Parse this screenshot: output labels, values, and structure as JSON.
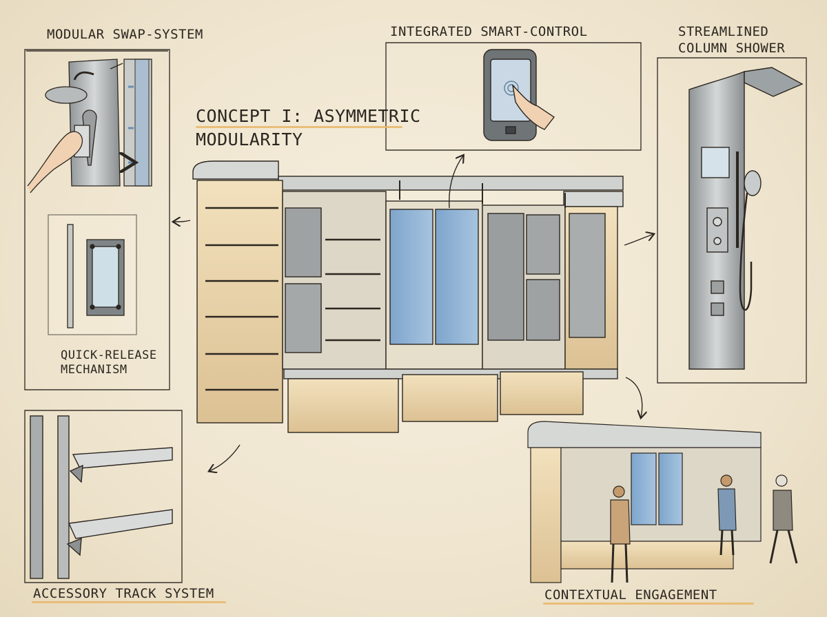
{
  "labels": {
    "modular_swap": "MODULAR SWAP-SYSTEM",
    "smart_control": "INTEGRATED SMART-CONTROL",
    "column_shower_1": "STREAMLINED",
    "column_shower_2": "COLUMN SHOWER",
    "concept_line1": "CONCEPT I: ASYMMETRIC",
    "concept_line2": "MODULARITY",
    "quick_release_1": "QUICK-RELEASE",
    "quick_release_2": "MECHANISM",
    "accessory_track": "ACCESSORY TRACK SYSTEM",
    "contextual_engagement": "CONTEXTUAL ENGAGEMENT"
  },
  "colors": {
    "paper": "#efe6d3",
    "ink": "#2b2620",
    "accent_underline": "#e9b66a",
    "panel_blue": "#8fb2d4",
    "panel_grey": "#a9a9a6",
    "wood": "#e8d2a8"
  }
}
